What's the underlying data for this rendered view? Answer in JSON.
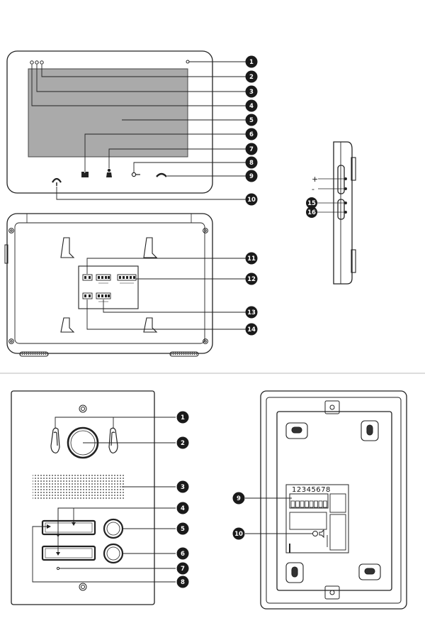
{
  "top_callouts": [
    "1",
    "2",
    "3",
    "4",
    "5",
    "6",
    "7",
    "8",
    "9",
    "10",
    "11",
    "12",
    "13",
    "14"
  ],
  "side_panel": {
    "plus": "+",
    "minus": "-",
    "callouts": [
      "15",
      "16"
    ]
  },
  "bottom_left_callouts": [
    "1",
    "2",
    "3",
    "4",
    "5",
    "6",
    "7",
    "8"
  ],
  "bottom_right": {
    "terminal_label": "12345678",
    "callouts": [
      "9",
      "10"
    ]
  },
  "colors": {
    "line": "#222222",
    "screen": "#aaaaaa",
    "badge": "#1a1a1a",
    "divider": "#bbbbbb"
  }
}
